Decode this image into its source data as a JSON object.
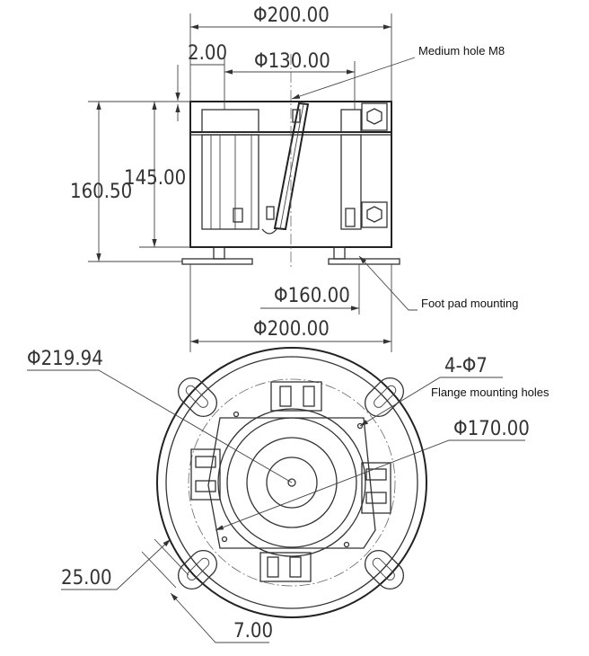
{
  "side_view": {
    "dims": {
      "top_diameter": "Φ200.00",
      "gap": "2.00",
      "inner_diameter": "Φ130.00",
      "total_height": "160.50",
      "body_height": "145.00",
      "foot_diameter": "Φ160.00",
      "bottom_diameter": "Φ200.00"
    },
    "callouts": {
      "medium_hole": "Medium hole M8",
      "foot_pad": "Foot pad mounting"
    }
  },
  "plan_view": {
    "dims": {
      "outer_diameter": "Φ219.94",
      "holes": "4-Φ7",
      "flange_diameter": "Φ170.00",
      "lug_width": "25.00",
      "lug_slot": "7.00"
    },
    "callouts": {
      "flange_holes": "Flange mounting holes"
    }
  }
}
